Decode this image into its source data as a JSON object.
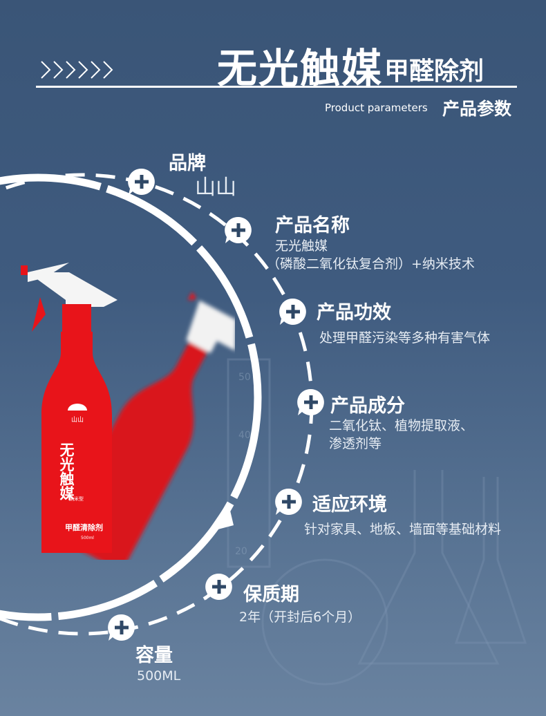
{
  "header": {
    "title": "无光触媒",
    "subtitle": "甲醛除剂",
    "section_en": "Product parameters",
    "section_cn": "产品参数"
  },
  "bottle": {
    "brand": "山山",
    "name": "无光触媒",
    "type": "纳米型",
    "product": "甲醛清除剂",
    "volume": "500ml"
  },
  "params": [
    {
      "label": "品牌",
      "value": [
        "山山"
      ]
    },
    {
      "label": "产品名称",
      "value": [
        "无光触媒",
        "（磷酸二氧化钛复合剂）+纳米技术"
      ]
    },
    {
      "label": "产品功效",
      "value": [
        "处理甲醛污染等多种有害气体"
      ]
    },
    {
      "label": "产品成分",
      "value": [
        "二氧化钛、植物提取液、",
        "渗透剂等"
      ]
    },
    {
      "label": "适应环境",
      "value": [
        "针对家具、地板、墙面等基础材料"
      ]
    },
    {
      "label": "保质期",
      "value": [
        "2年（开封后6个月）"
      ]
    },
    {
      "label": "容量",
      "value": [
        "500ML"
      ]
    }
  ],
  "colors": {
    "bottle_red": "#e8141a",
    "background": "#3f5b7f",
    "plus_icon": "#2f4866"
  }
}
